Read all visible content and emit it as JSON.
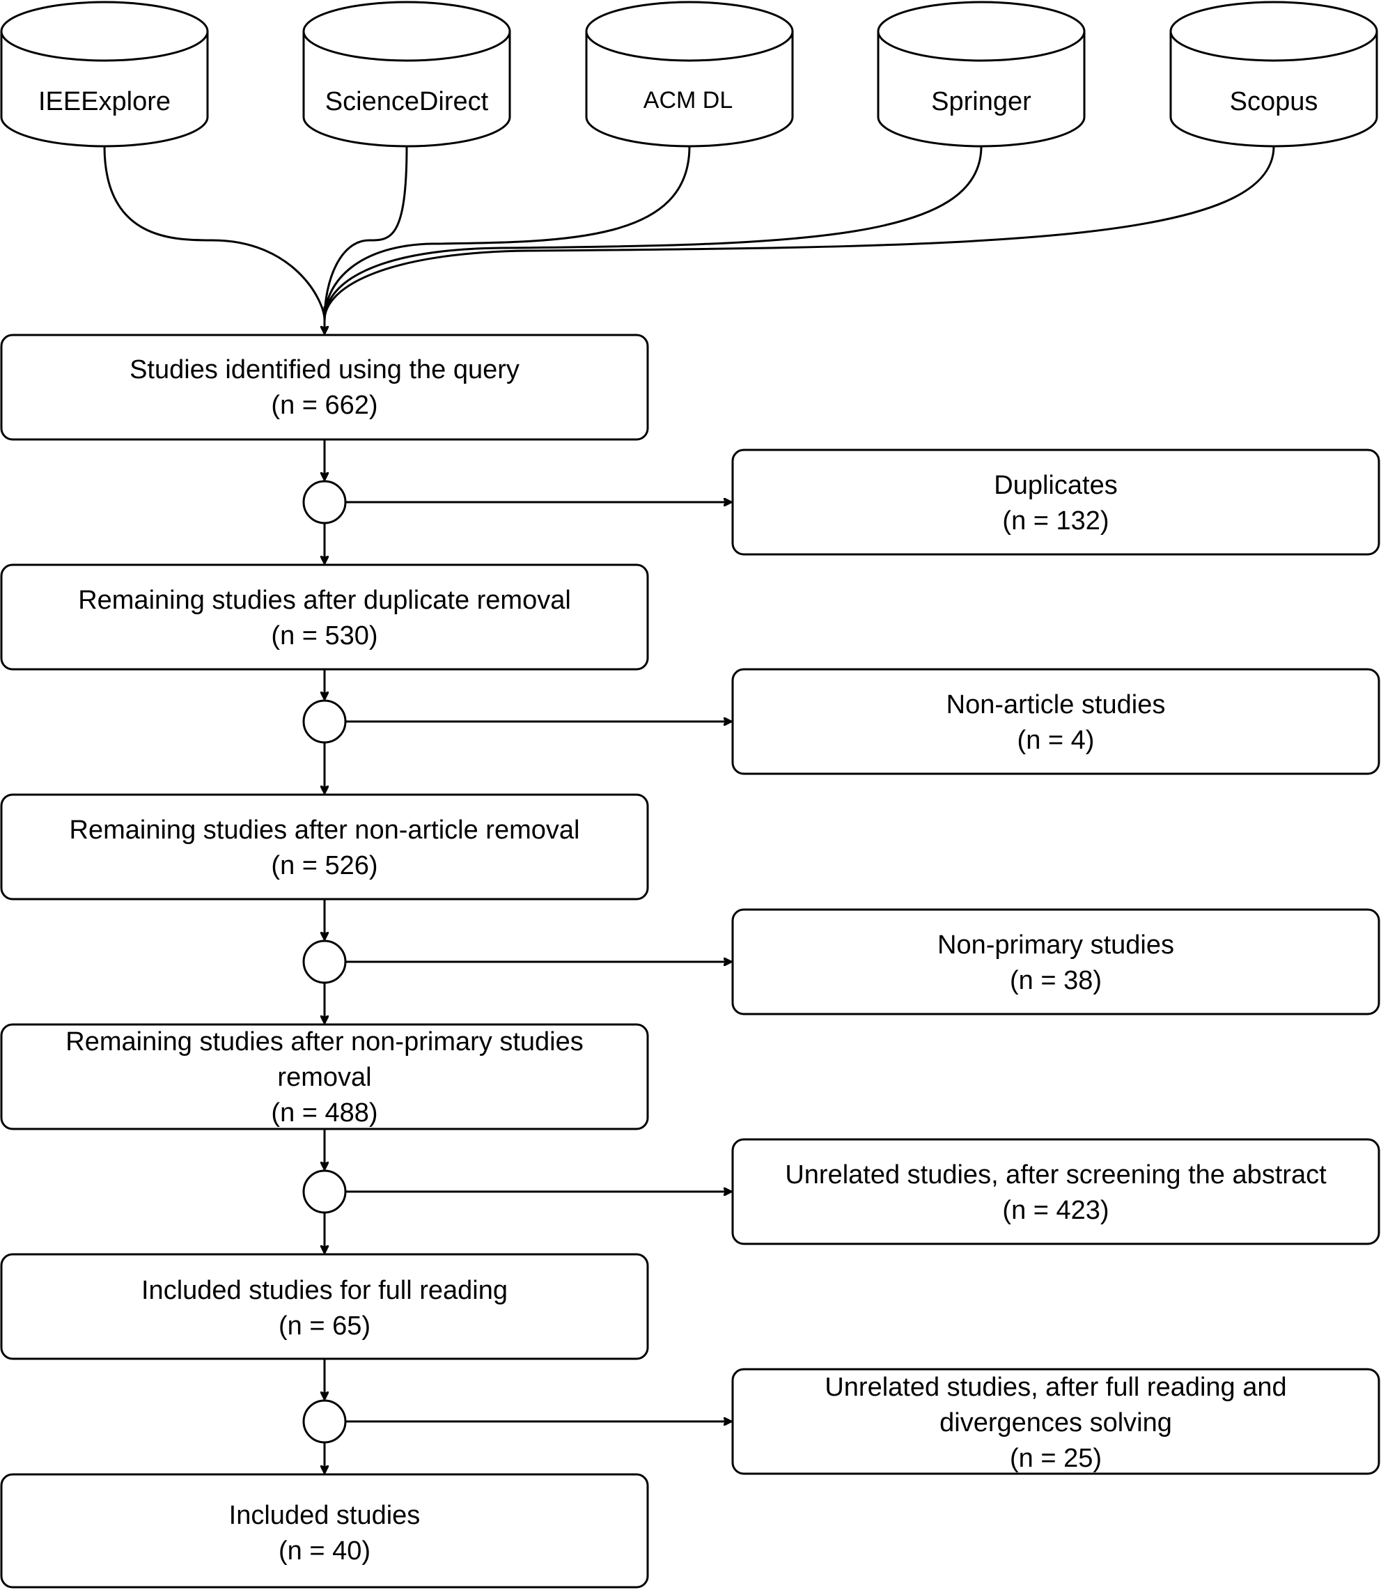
{
  "databases": [
    {
      "id": "ieeexplore",
      "label": "IEEExplore"
    },
    {
      "id": "sciencedirect",
      "label": "ScienceDirect"
    },
    {
      "id": "acm-dl",
      "label": "ACM DL"
    },
    {
      "id": "springer",
      "label": "Springer"
    },
    {
      "id": "scopus",
      "label": "Scopus"
    }
  ],
  "main_steps": [
    {
      "label": "Studies identified using the query",
      "count": "(n = 662)"
    },
    {
      "label": "Remaining studies after duplicate removal",
      "count": "(n = 530)"
    },
    {
      "label": "Remaining studies after non-article removal",
      "count": "(n = 526)"
    },
    {
      "label_lines": [
        "Remaining studies after non-primary studies",
        "removal"
      ],
      "count": "(n = 488)"
    },
    {
      "label": "Included studies for full reading",
      "count": "(n = 65)"
    },
    {
      "label": "Included studies",
      "count": "(n = 40)"
    }
  ],
  "exclusions": [
    {
      "label": "Duplicates",
      "count": "(n = 132)"
    },
    {
      "label": "Non-article studies",
      "count": "(n = 4)"
    },
    {
      "label": "Non-primary studies",
      "count": "(n = 38)"
    },
    {
      "label": "Unrelated studies, after screening the abstract",
      "count": "(n = 423)"
    },
    {
      "label_lines": [
        "Unrelated studies, after full reading and",
        "divergences solving"
      ],
      "count": "(n = 25)"
    }
  ]
}
